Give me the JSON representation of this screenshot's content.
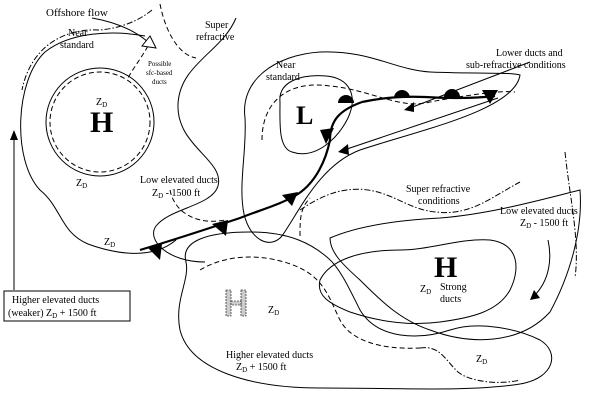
{
  "labels": {
    "offshore_flow": "Offshore flow",
    "near_standard_1": "Near",
    "near_standard_2": "standard",
    "super_refractive_1": "Super",
    "super_refractive_2": "refractive",
    "possible_1": "Possible",
    "possible_2": "sfc-based",
    "possible_3": "ducts",
    "lower_ducts_1": "Lower ducts and",
    "lower_ducts_2": "sub-refractive conditions",
    "near_standard_center_1": "Near",
    "near_standard_center_2": "standard",
    "high_left": "H",
    "low_center": "L",
    "high_right": "H",
    "high_outline": "H",
    "zd": "Z",
    "zd_sub": "D",
    "low_elevated_left_1": "Low elevated ducts",
    "low_elevated_left_2": " - 1500 ft",
    "super_refractive_cond_1": "Super refractive",
    "super_refractive_cond_2": "conditions",
    "low_elevated_right_1": "Low elevated ducts",
    "low_elevated_right_2": " - 1500 ft",
    "strong_1": "Strong",
    "strong_2": "ducts",
    "higher_elevated_box_1": "Higher elevated ducts",
    "higher_elevated_box_2": "(weaker) Z",
    "higher_elevated_box_3": " + 1500 ft",
    "higher_elevated_bottom_1": "Higher elevated ducts",
    "higher_elevated_bottom_2": " + 1500 ft"
  }
}
